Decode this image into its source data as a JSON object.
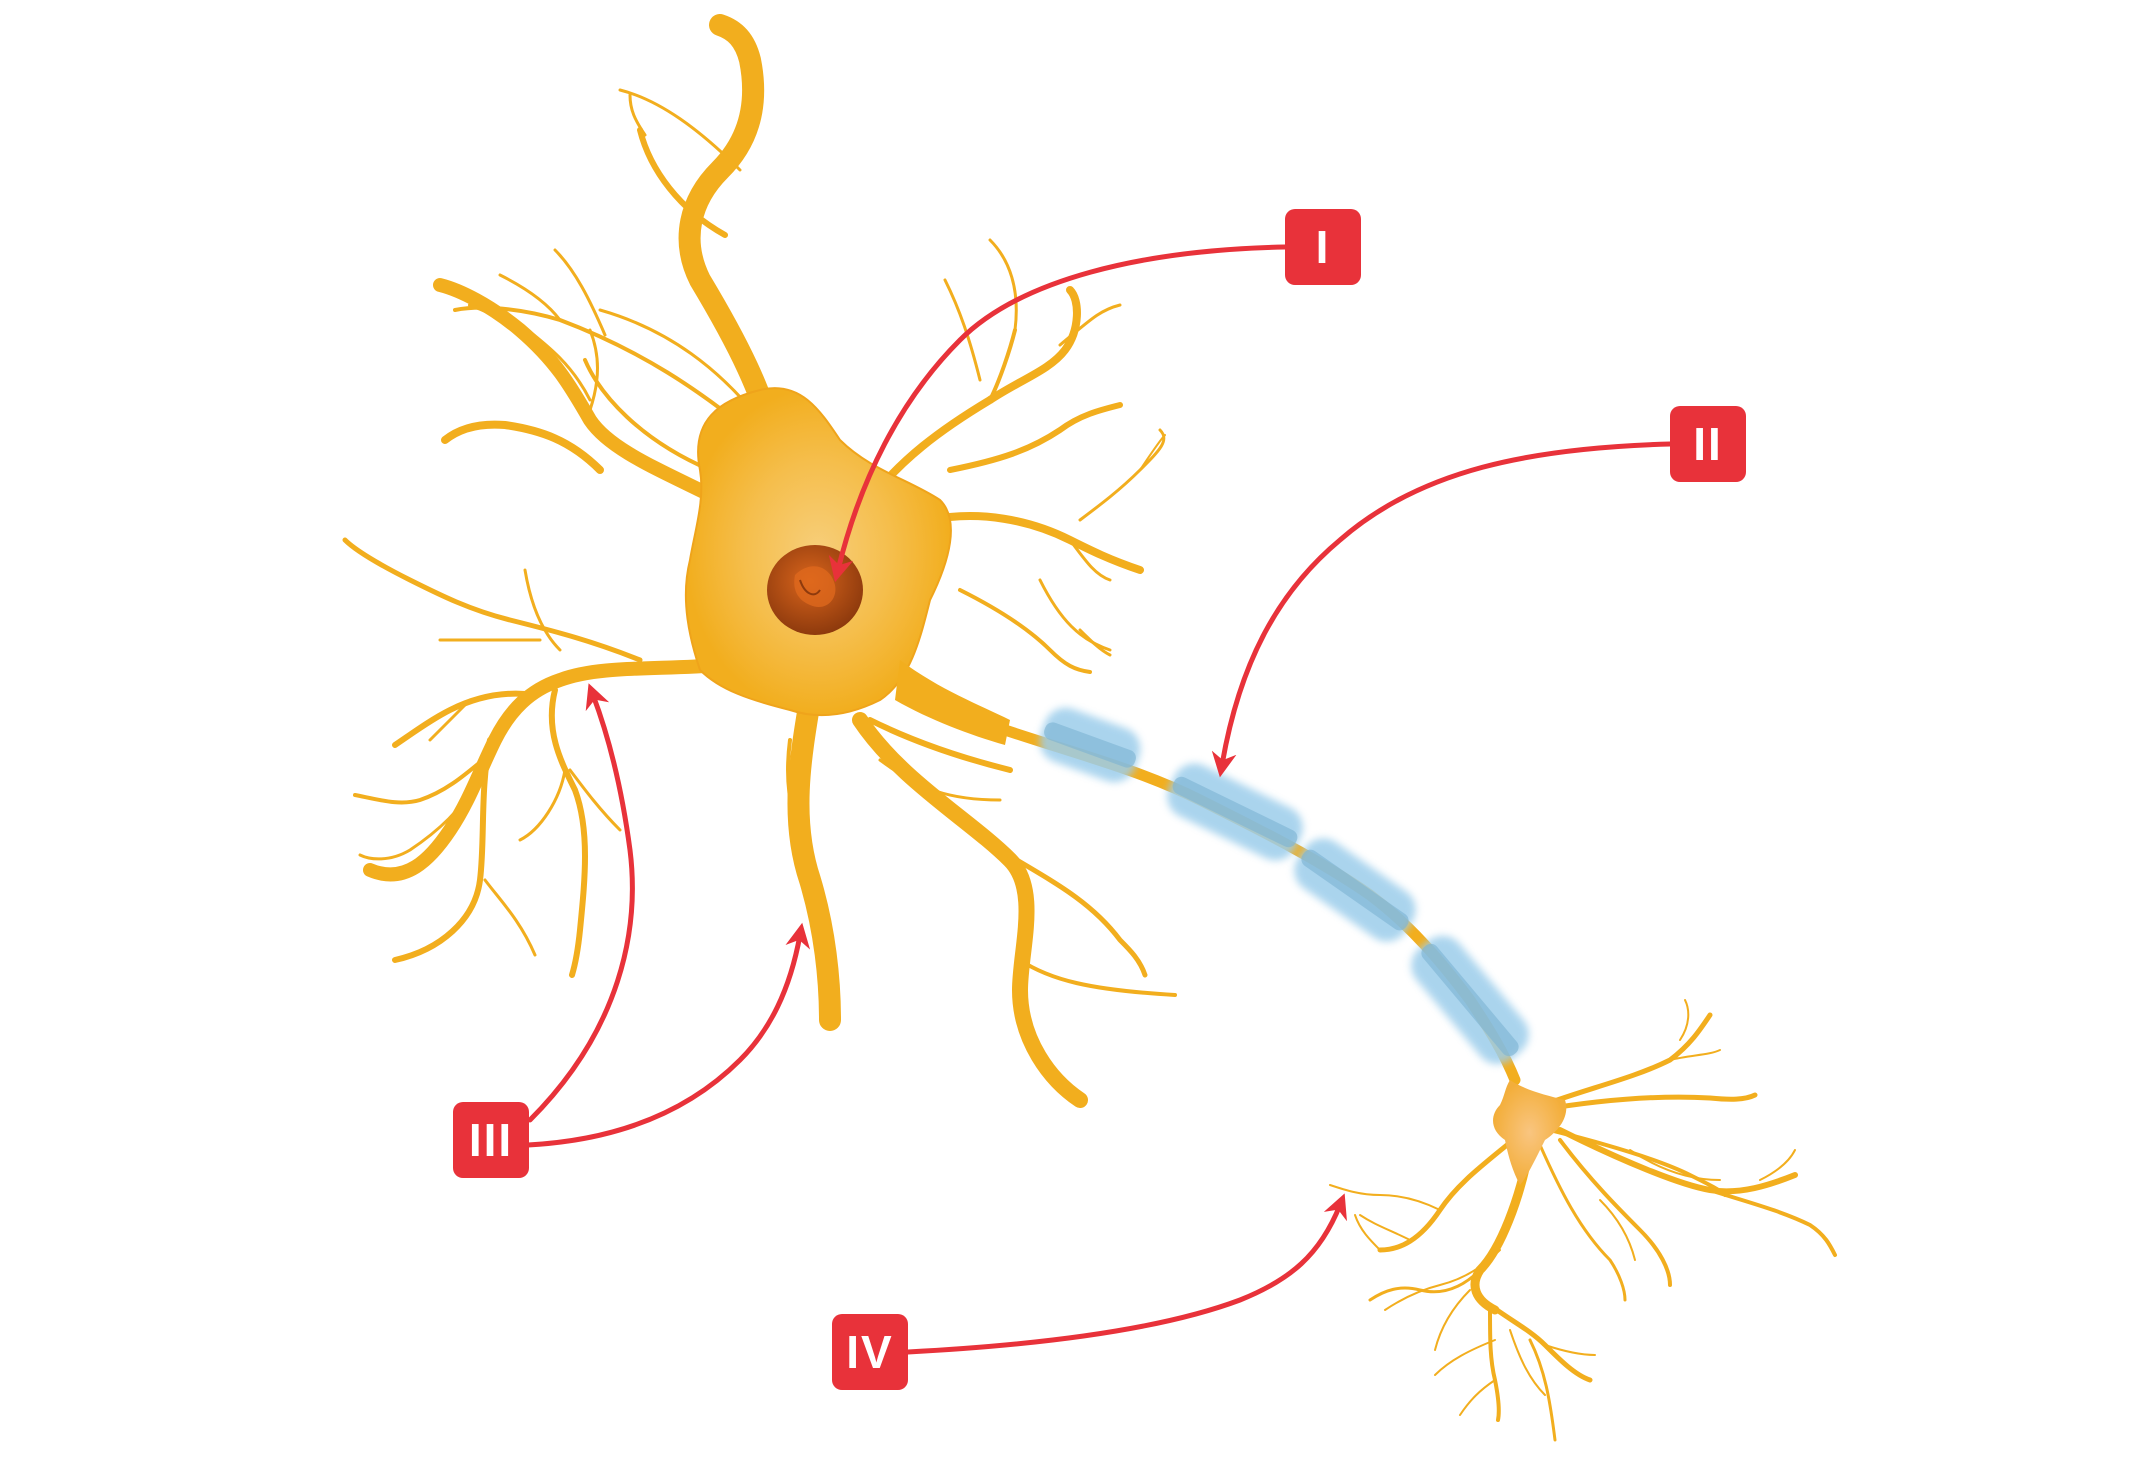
{
  "labels": {
    "I": "I",
    "II": "II",
    "III": "III",
    "IV": "IV"
  },
  "colors": {
    "neuron": "#F2AE1E",
    "neuron_edge": "#E39E14",
    "soma_highlight": "#F7CC73",
    "nucleus": "#9A3F0F",
    "nucleus_inner": "#D7631C",
    "axon_terminal": "#F6B35A",
    "myelin": "#9CCDEB",
    "myelin_core": "#7FB8DA",
    "pointer": "#E8323A",
    "label_bg": "#E8323A",
    "label_text": "#FFFFFF"
  }
}
